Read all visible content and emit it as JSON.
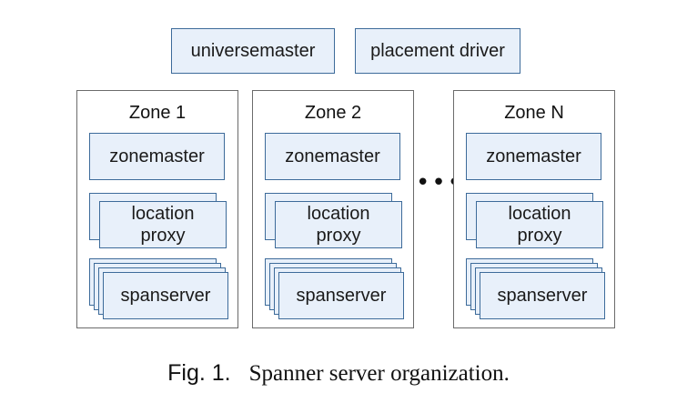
{
  "top": {
    "universemaster": "universemaster",
    "placement_driver": "placement driver"
  },
  "zones": [
    {
      "title": "Zone 1",
      "zonemaster": "zonemaster",
      "location_proxy_1": "location",
      "location_proxy_2": "proxy",
      "spanserver": "spanserver"
    },
    {
      "title": "Zone 2",
      "zonemaster": "zonemaster",
      "location_proxy_1": "location",
      "location_proxy_2": "proxy",
      "spanserver": "spanserver"
    },
    {
      "title": "Zone N",
      "zonemaster": "zonemaster",
      "location_proxy_1": "location",
      "location_proxy_2": "proxy",
      "spanserver": "spanserver"
    }
  ],
  "ellipsis": "•••",
  "caption": {
    "figure_label": "Fig. 1.",
    "title": "Spanner server organization."
  },
  "colors": {
    "box_fill": "#e8f0fa",
    "box_border": "#3d6b9a",
    "zone_border": "#6b6b6b"
  }
}
